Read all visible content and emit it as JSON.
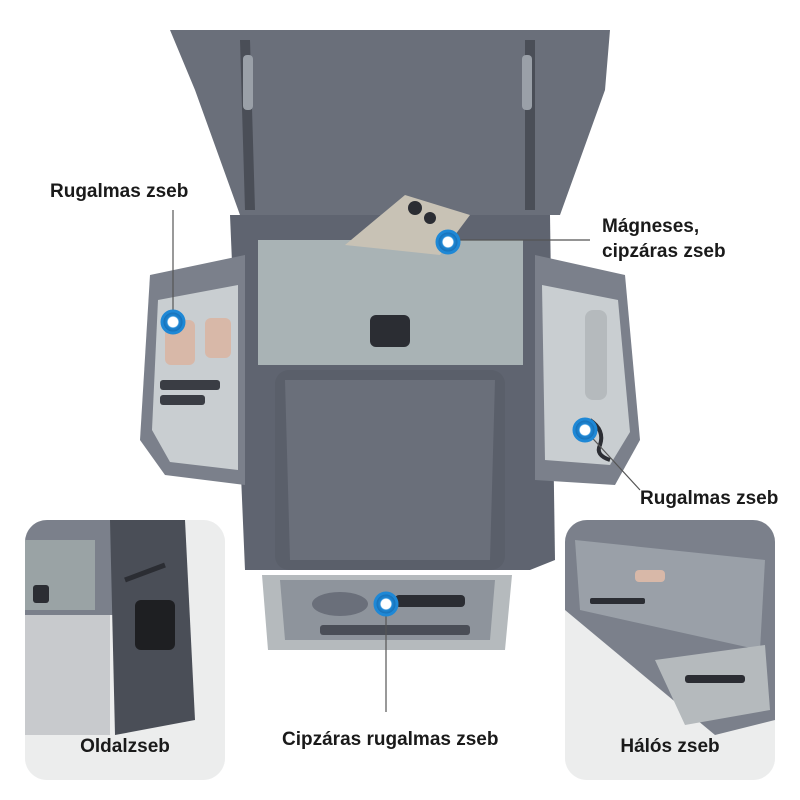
{
  "callouts": {
    "left_elastic": "Rugalmas zseb",
    "magnetic_line1": "Mágneses,",
    "magnetic_line2": "cipzáras zseb",
    "right_elastic": "Rugalmas zseb",
    "bottom_zip_elastic": "Cipzáras rugalmas zseb"
  },
  "insets": {
    "left": "Oldalzseb",
    "right": "Hálós zseb"
  },
  "colors": {
    "bag_dark": "#5f6470",
    "bag_mid": "#7b808b",
    "bag_light": "#9aa0a8",
    "panel_felt": "#a9b3b5",
    "marker_blue": "#1e88d6"
  }
}
